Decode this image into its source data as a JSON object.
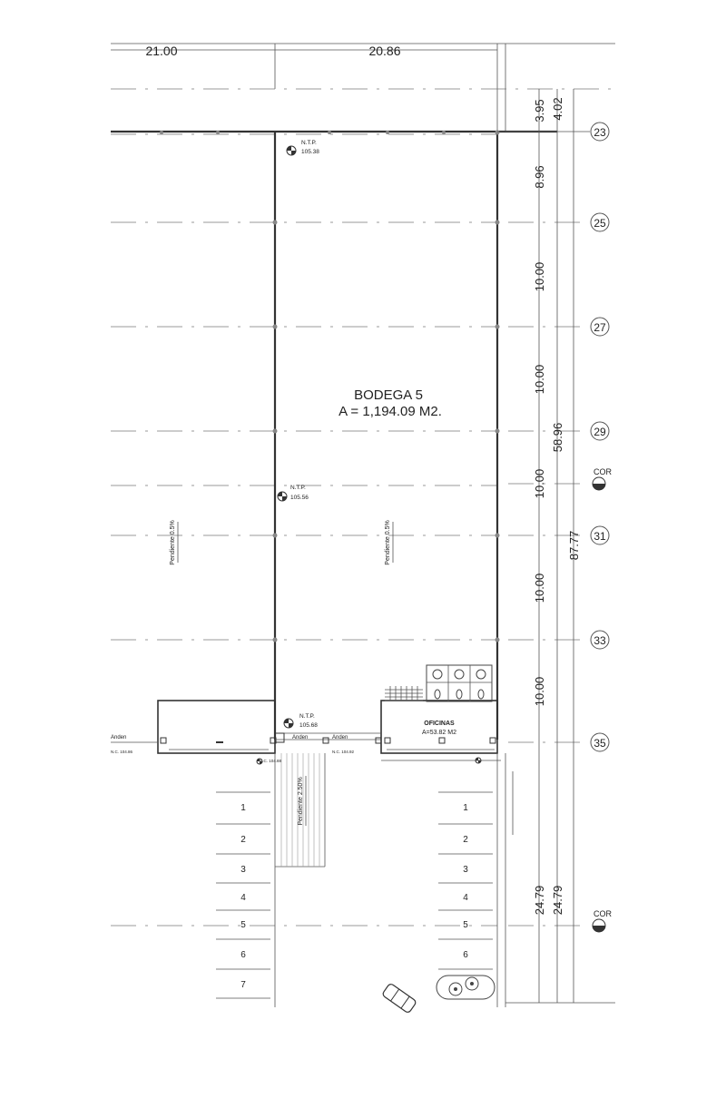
{
  "title_block": {
    "name": "BODEGA 5",
    "area": "A = 1,194.09 M2."
  },
  "top_dimensions": [
    "21.00",
    "20.86"
  ],
  "right_dimensions": {
    "segments": [
      "3.95",
      "8.96",
      "10.00",
      "10.00",
      "10.00",
      "10.00",
      "10.00",
      "24.79"
    ],
    "mid_column": [
      "4.02",
      "58.96",
      "24.79"
    ],
    "overall": "87.77"
  },
  "grid_axes": [
    "23",
    "25",
    "27",
    "29",
    "31",
    "33",
    "35"
  ],
  "cor_labels": [
    "COR",
    "COR"
  ],
  "level_marks": {
    "ntp_label": "N.T.P.",
    "values": [
      "105.38",
      "105.56",
      "105.68"
    ]
  },
  "slopes": [
    "Pendiente 0.5%",
    "Pendiente 0.5%",
    "Pendiente 2.50%"
  ],
  "offices": {
    "name": "OFICINAS",
    "area": "A=53.82 M2"
  },
  "anden_labels": [
    "Anden",
    "Anden",
    "Anden"
  ],
  "small_levels": [
    "N.C. 104.86",
    "N.C. 104.88",
    "N.C. 104.92"
  ],
  "parking_left": [
    "1",
    "2",
    "3",
    "4",
    "5",
    "6",
    "7"
  ],
  "parking_right": [
    "1",
    "2",
    "3",
    "4",
    "5",
    "6"
  ]
}
